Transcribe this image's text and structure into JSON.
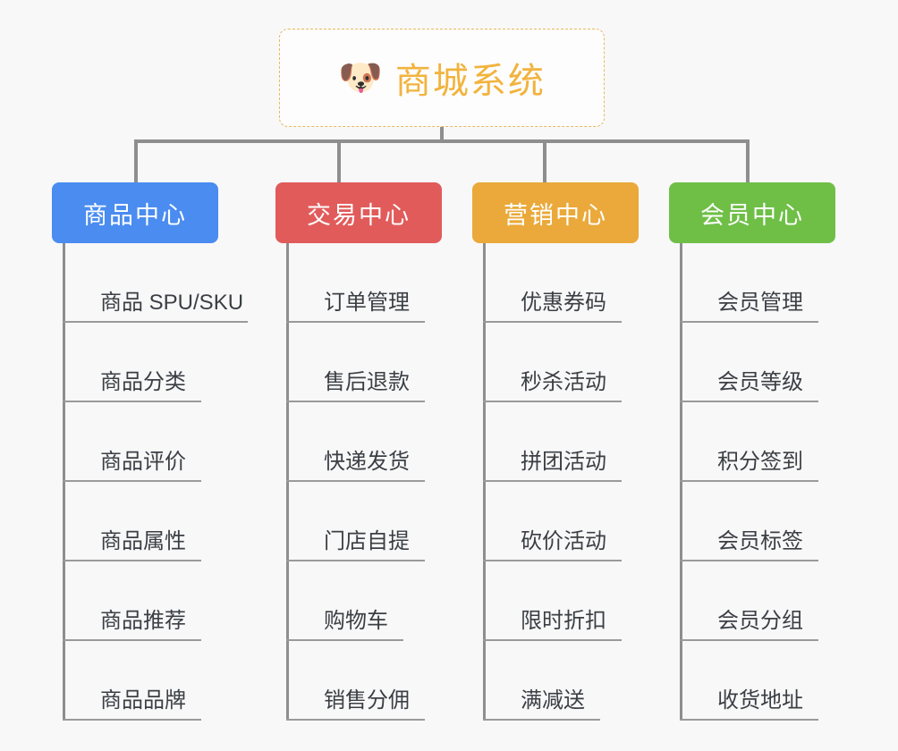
{
  "diagram": {
    "type": "organization-tree",
    "background_color": "#f8f8f9",
    "connector_color": "#8e8e8e",
    "root": {
      "title": "商城系统",
      "icon": "shiba-dog-face-icon",
      "icon_glyph": "🐶",
      "border_color": "#e8b85c",
      "text_color": "#f2b33d"
    },
    "columns": [
      {
        "id": "product-center",
        "label": "商品中心",
        "color": "#4a8cf0",
        "items": [
          "商品 SPU/SKU",
          "商品分类",
          "商品评价",
          "商品属性",
          "商品推荐",
          "商品品牌"
        ]
      },
      {
        "id": "trade-center",
        "label": "交易中心",
        "color": "#e15b5b",
        "items": [
          "订单管理",
          "售后退款",
          "快递发货",
          "门店自提",
          "购物车",
          "销售分佣"
        ]
      },
      {
        "id": "marketing-center",
        "label": "营销中心",
        "color": "#eaa93a",
        "items": [
          "优惠券码",
          "秒杀活动",
          "拼团活动",
          "砍价活动",
          "限时折扣",
          "满减送"
        ]
      },
      {
        "id": "member-center",
        "label": "会员中心",
        "color": "#6fbf47",
        "items": [
          "会员管理",
          "会员等级",
          "积分签到",
          "会员标签",
          "会员分组",
          "收货地址"
        ]
      }
    ]
  }
}
